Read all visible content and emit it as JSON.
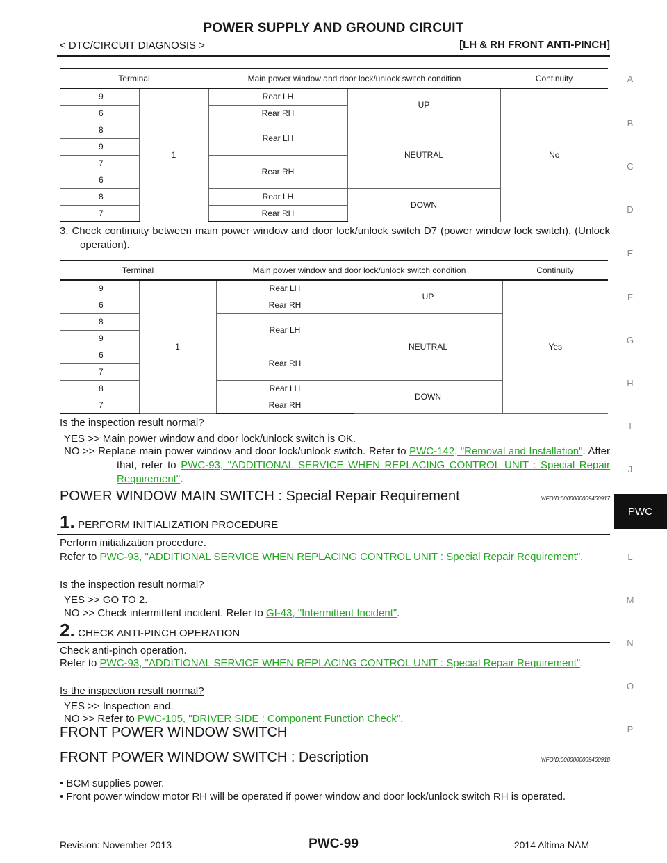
{
  "header": {
    "title": "POWER SUPPLY AND GROUND CIRCUIT",
    "breadcrumb": "< DTC/CIRCUIT DIAGNOSIS >",
    "scope": "[LH & RH FRONT ANTI-PINCH]"
  },
  "side_index": [
    "A",
    "B",
    "C",
    "D",
    "E",
    "F",
    "G",
    "H",
    "I",
    "J",
    "PWC",
    "L",
    "M",
    "N",
    "O",
    "P"
  ],
  "table1": {
    "headers": [
      "Terminal",
      "Main power window and door lock/unlock switch condition",
      "Continuity"
    ],
    "common_terminal": "1",
    "continuity": "No",
    "rows": [
      {
        "terminal": "9",
        "switch": "Rear LH"
      },
      {
        "terminal": "6",
        "switch": "Rear RH"
      },
      {
        "terminal": "8",
        "switch": "Rear LH"
      },
      {
        "terminal": "9",
        "switch": ""
      },
      {
        "terminal": "7",
        "switch": "Rear RH"
      },
      {
        "terminal": "6",
        "switch": ""
      },
      {
        "terminal": "8",
        "switch": "Rear LH"
      },
      {
        "terminal": "7",
        "switch": "Rear RH"
      }
    ],
    "conditions": [
      "UP",
      "NEUTRAL",
      "DOWN"
    ]
  },
  "step3": {
    "text": "3.  Check continuity between main power window and door lock/unlock switch D7 (power window lock switch). (Unlock operation)."
  },
  "table2": {
    "headers": [
      "Terminal",
      "Main power window and door lock/unlock switch condition",
      "Continuity"
    ],
    "common_terminal": "1",
    "continuity": "Yes",
    "rows": [
      {
        "terminal": "9",
        "switch": "Rear LH"
      },
      {
        "terminal": "6",
        "switch": "Rear RH"
      },
      {
        "terminal": "8",
        "switch": "Rear LH"
      },
      {
        "terminal": "9",
        "switch": ""
      },
      {
        "terminal": "6",
        "switch": "Rear RH"
      },
      {
        "terminal": "7",
        "switch": ""
      },
      {
        "terminal": "8",
        "switch": "Rear LH"
      },
      {
        "terminal": "7",
        "switch": "Rear RH"
      }
    ],
    "conditions": [
      "UP",
      "NEUTRAL",
      "DOWN"
    ]
  },
  "result1": {
    "question": "Is the inspection result normal?",
    "yes": "YES    >> Main power window and door lock/unlock switch is OK.",
    "no_prefix": "NO      >> Replace main power window and door lock/unlock switch. Refer to ",
    "no_link1": "PWC-142, \"Removal and Installation\"",
    "no_mid": ". After that, refer to ",
    "no_link2": "PWC-93, \"ADDITIONAL SERVICE WHEN REPLACING CONTROL UNIT : Special Repair Requirement\"",
    "no_end": "."
  },
  "section1": {
    "title": "POWER WINDOW MAIN SWITCH : Special Repair Requirement",
    "infoid": "INFOID:0000000009460917"
  },
  "stepA": {
    "num": "1.",
    "title": "PERFORM INITIALIZATION PROCEDURE",
    "line1": "Perform initialization procedure.",
    "refer": "Refer to ",
    "link": "PWC-93, \"ADDITIONAL SERVICE WHEN REPLACING CONTROL UNIT : Special Repair Requirement\"",
    "end": ".",
    "question": "Is the inspection result normal?",
    "yes": "YES    >> GO TO 2.",
    "no_prefix": "NO      >> Check intermittent incident. Refer to ",
    "no_link": "GI-43, \"Intermittent Incident\"",
    "no_end": "."
  },
  "stepB": {
    "num": "2.",
    "title": "CHECK ANTI-PINCH OPERATION",
    "line1": "Check anti-pinch operation.",
    "refer": "Refer to ",
    "link": "PWC-93, \"ADDITIONAL SERVICE WHEN REPLACING CONTROL UNIT : Special Repair Requirement\"",
    "end": ".",
    "question": "Is the inspection result normal?",
    "yes": "YES    >> Inspection end.",
    "no_prefix": "NO      >> Refer to ",
    "no_link": "PWC-105, \"DRIVER SIDE : Component Function Check\"",
    "no_end": "."
  },
  "section2": {
    "title": "FRONT POWER WINDOW SWITCH"
  },
  "section3": {
    "title": "FRONT POWER WINDOW SWITCH : Description",
    "infoid": "INFOID:0000000009460918",
    "bullets": [
      "•  BCM supplies power.",
      "•  Front power window motor RH will be operated if power window and door lock/unlock switch RH is operated."
    ]
  },
  "footer": {
    "revision": "Revision: November 2013",
    "page": "PWC-99",
    "model": "2014 Altima NAM"
  }
}
